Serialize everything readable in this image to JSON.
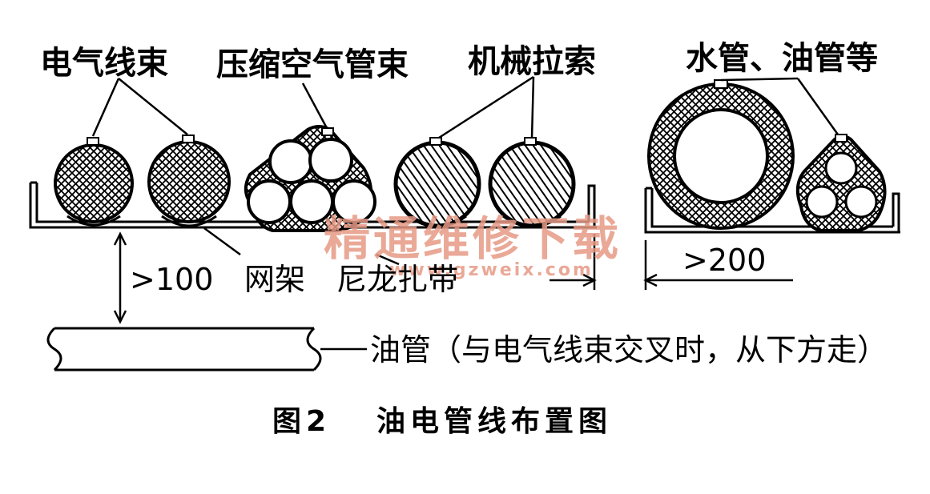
{
  "labels": {
    "electric_harness": "电气线束",
    "compressed_air_bundle": "压缩空气管束",
    "mechanical_cable": "机械拉索",
    "water_oil_pipes": "水管、油管等",
    "gap_100": ">100",
    "mesh_frame": "网架",
    "nylon_tie": "尼龙扎带",
    "gap_200": ">200",
    "oil_pipe_note": "油管（与电气线束交叉时，从下方走）"
  },
  "caption": {
    "figure_no": "图2",
    "title": "油电管线布置图"
  },
  "watermark": {
    "brand": "精通维修下载",
    "url": "www.gzweix.com",
    "color": "#e79a86"
  }
}
